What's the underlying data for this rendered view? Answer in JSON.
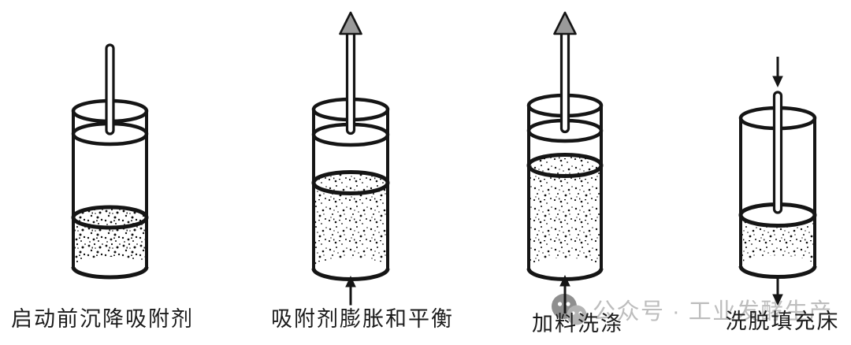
{
  "page": {
    "background": "#ffffff",
    "ink": "#151515"
  },
  "diagram": {
    "title_present": false,
    "stages": [
      {
        "label": "启动前沉降吸附剂",
        "bed_level": "low",
        "bed_fill_fraction": 0.32,
        "top_element": "closed-adapter-rod",
        "top_arrow": "none",
        "bottom_arrow": "none"
      },
      {
        "label": "吸附剂膨胀和平衡",
        "bed_level": "medium-expanded",
        "bed_fill_fraction": 0.54,
        "top_element": "outlet-tube",
        "top_arrow": "flow-out-up",
        "bottom_arrow": "flow-in-up"
      },
      {
        "label": "加料洗涤",
        "bed_level": "high-expanded",
        "bed_fill_fraction": 0.63,
        "top_element": "outlet-tube",
        "top_arrow": "flow-out-up",
        "bottom_arrow": "flow-in-up"
      },
      {
        "label": "洗脱填充床",
        "bed_level": "low-packed",
        "bed_fill_fraction": 0.34,
        "top_element": "adapter-rod-lowered-to-bed",
        "top_arrow": "flow-in-down",
        "bottom_arrow": "flow-out-down"
      }
    ],
    "colors": {
      "line_ink": "#151515",
      "arrowhead_gray": "#9a9a9a",
      "watermark_text_gray": "#bdbdbd",
      "watermark_icon_dark_gray": "#8f8f8f",
      "watermark_icon_light_gray": "#b3b3b3",
      "bed_speckle": "#111111"
    }
  },
  "watermark": {
    "icon": "wechat-bubbles-icon",
    "text": "公众号 · 工业发酵生产"
  }
}
